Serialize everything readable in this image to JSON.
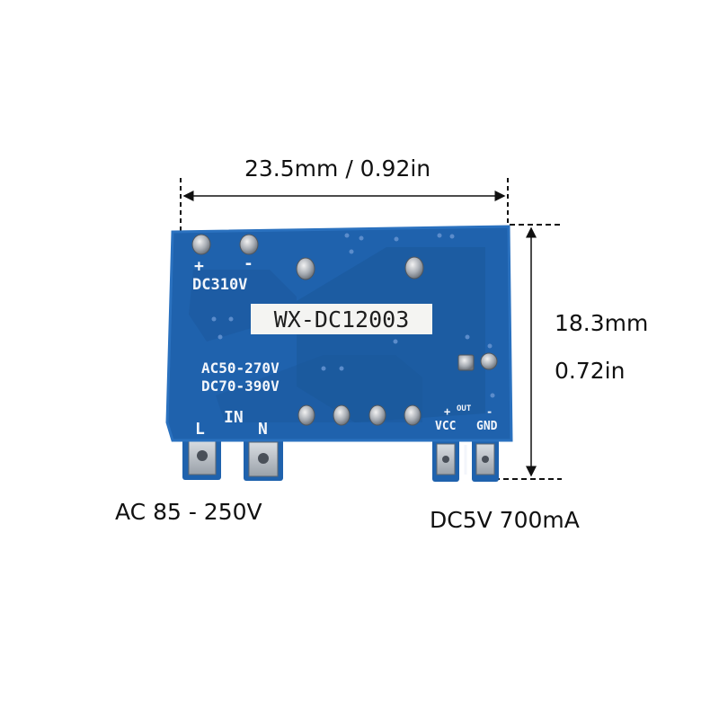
{
  "dimensions": {
    "width_label": "23.5mm / 0.92in",
    "height_mm_label": "18.3mm",
    "height_in_label": "0.72in"
  },
  "labels": {
    "input_voltage": "AC 85 - 250V",
    "output_spec": "DC5V 700mA"
  },
  "board": {
    "part_number": "WX-DC12003",
    "dc_rating": "DC310V",
    "ac_range": "AC50-270V",
    "dc_range": "DC70-390V",
    "pin_plus": "+",
    "pin_minus": "-",
    "pin_l": "L",
    "pin_in": "IN",
    "pin_n": "N",
    "out_label": "OUT",
    "out_plus": "+",
    "out_minus": "-",
    "vcc_label": "VCC",
    "gnd_label": "GND",
    "pcb_color": "#1f62ad",
    "silkscreen_color": "#f3f6fb"
  }
}
